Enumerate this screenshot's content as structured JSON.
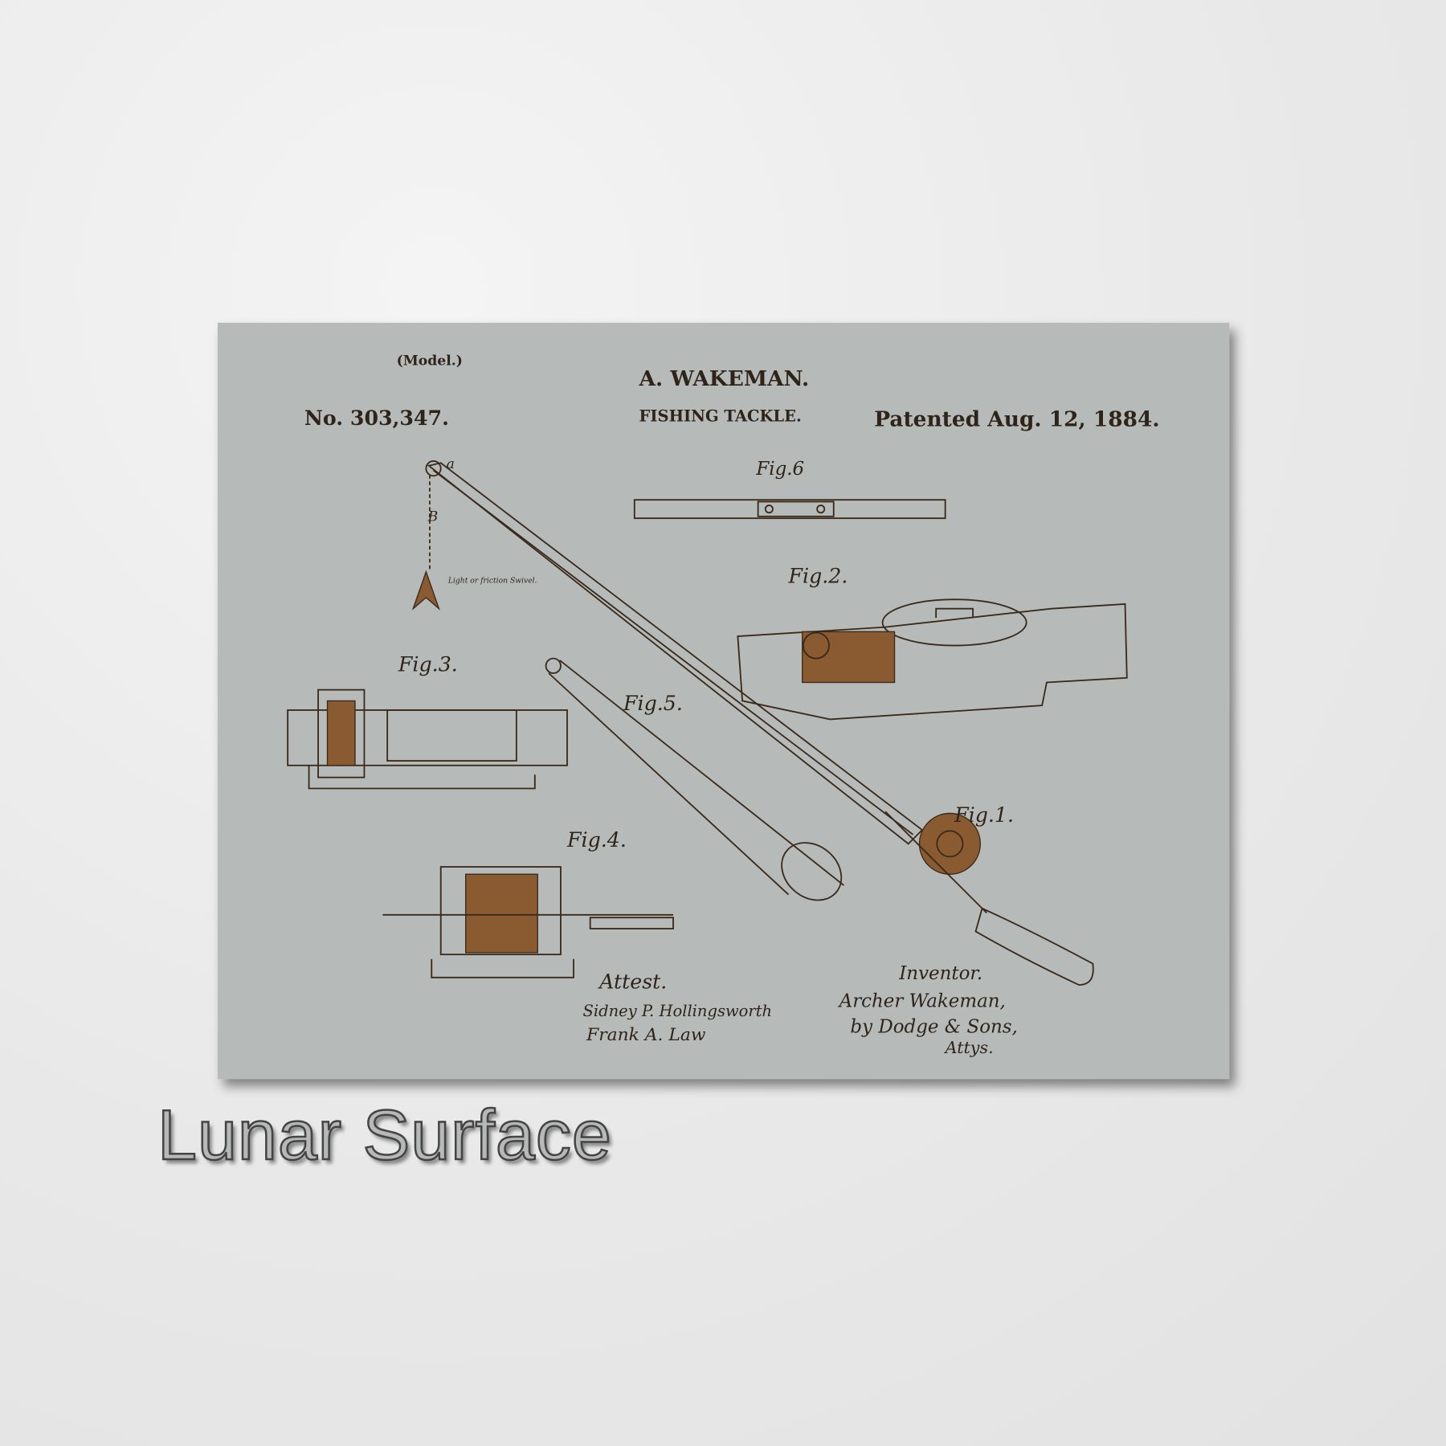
{
  "poster": {
    "background_color": "#b6bab8",
    "ink_color": "#3a2a1c",
    "model": "(Model.)",
    "inventor_name": "A. WAKEMAN.",
    "patent_number": "No. 303,347.",
    "title": "FISHING TACKLE.",
    "patent_date": "Patented Aug. 12, 1884.",
    "figures": {
      "fig1": "Fig.1.",
      "fig2": "Fig.2.",
      "fig3": "Fig.3.",
      "fig4": "Fig.4.",
      "fig5": "Fig.5.",
      "fig6": "Fig.6"
    },
    "lure_note": "Light or friction Swivel.",
    "attest_label": "Attest.",
    "witness_1": "Sidney P. Hollingsworth",
    "witness_2": "Frank A. Law",
    "inventor_label": "Inventor.",
    "inventor_signature": "Archer Wakeman,",
    "attorney": "by Dodge & Sons,",
    "attorney_suffix": "Attys."
  },
  "caption": "Lunar Surface"
}
